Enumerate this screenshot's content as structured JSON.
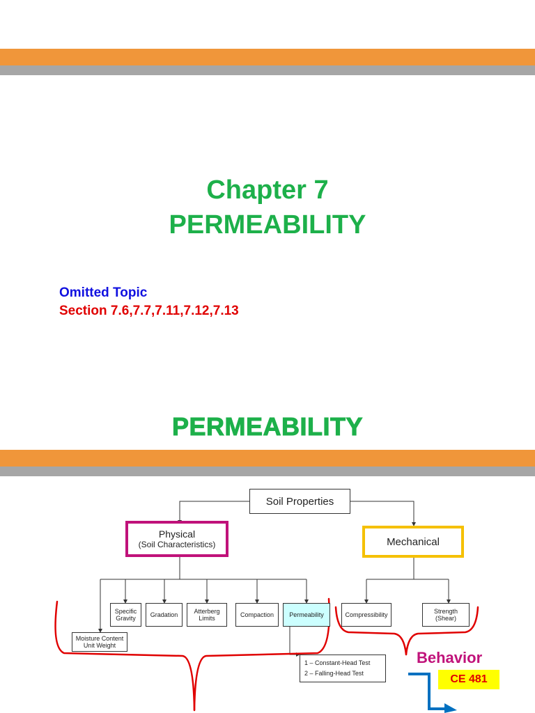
{
  "slide1": {
    "title_line1": "Chapter 7",
    "title_line2": "PERMEABILITY",
    "omitted_label": "Omitted Topic",
    "omitted_sections": "Section 7.6,7.7,7.11,7.12,7.13"
  },
  "slide2": {
    "title": "PERMEABILITY",
    "diagram": {
      "root": "Soil Properties",
      "physical": {
        "line1": "Physical",
        "line2": "(Soil Characteristics)"
      },
      "mechanical": "Mechanical",
      "physical_children": [
        {
          "line1": "Moisture Content",
          "line2": "Unit Weight"
        },
        {
          "line1": "Specific",
          "line2": "Gravity"
        },
        {
          "line1": "Gradation",
          "line2": ""
        },
        {
          "line1": "Atterberg",
          "line2": "Limits"
        },
        {
          "line1": "Compaction",
          "line2": ""
        },
        {
          "line1": "Permeability",
          "line2": ""
        }
      ],
      "mechanical_children": [
        {
          "line1": "Compressibility",
          "line2": ""
        },
        {
          "line1": "Strength",
          "line2": "(Shear)"
        }
      ],
      "permeability_tests": [
        "1 – Constant-Head Test",
        "2 – Falling-Head Test"
      ],
      "behavior_label": "Behavior",
      "course_label": "CE 481"
    }
  },
  "colors": {
    "band_orange": "#f0963a",
    "band_gray": "#a6a6a6",
    "title_green": "#1db04a",
    "omitted_blue": "#1010e0",
    "section_red": "#e00000",
    "physical_border": "#c0127a",
    "mechanical_border": "#f5c000",
    "permeability_fill": "#ccffff",
    "brace_red": "#e00000",
    "arrow_blue": "#0070c0",
    "course_bg": "#ffff00"
  }
}
